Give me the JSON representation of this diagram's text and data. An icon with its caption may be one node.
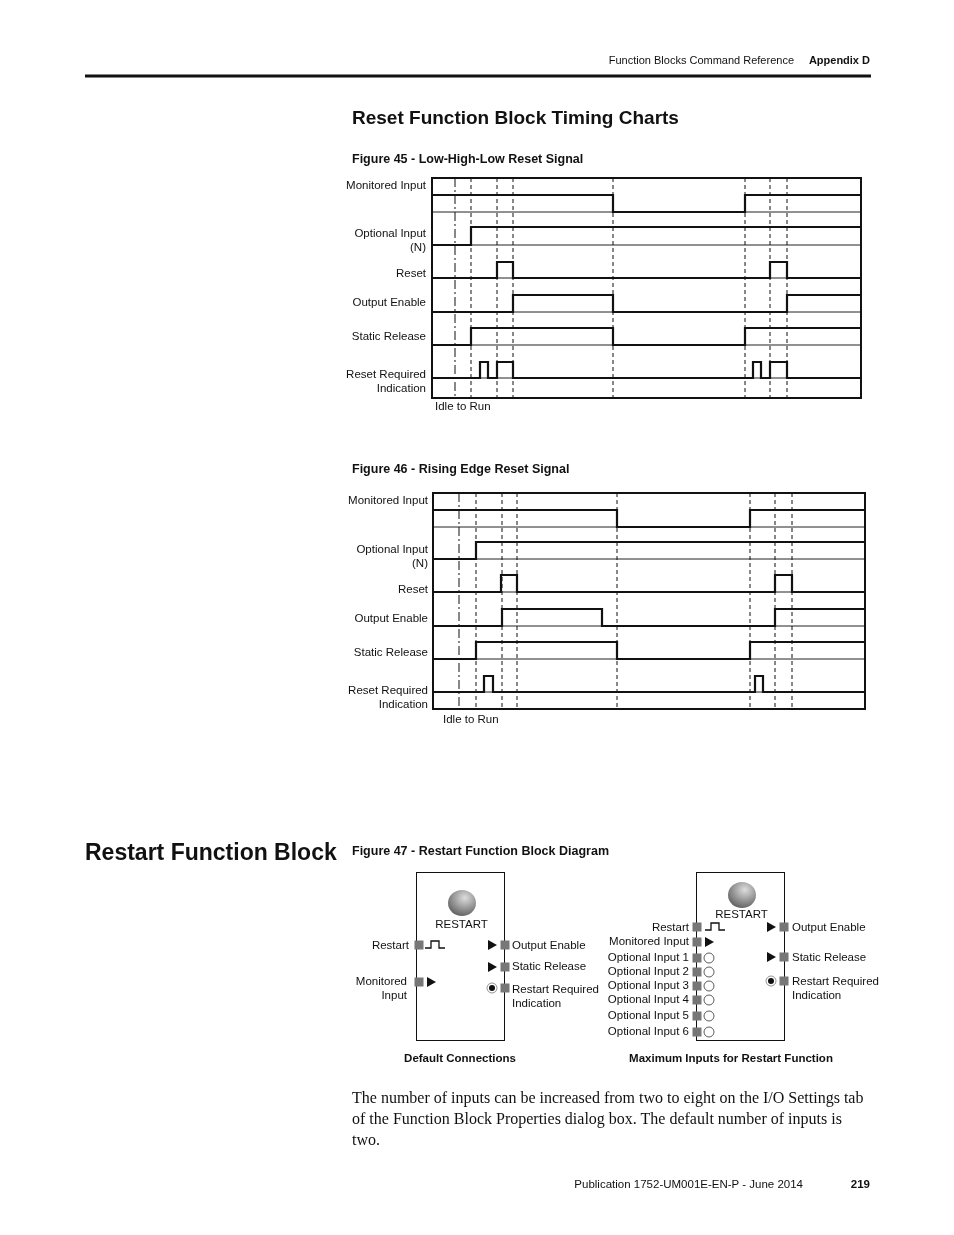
{
  "diagram": {
    "title": "Reset Function Block Timing Charts",
    "nodes": [
      {
        "text": [
          "RESTART"
        ],
        "beside": [
          "Restart",
          "Monitored Input",
          "Output Enable",
          "Static Release",
          "Restart Required Indication",
          "Default Connections"
        ]
      },
      {
        "text": [
          "RESTART"
        ],
        "beside": [
          "Restart",
          "Monitored Input",
          "Optional Input 1",
          "Optional Input 2",
          "Optional Input 3",
          "Optional Input 4",
          "Optional Input 5",
          "Optional Input 6",
          "Output Enable",
          "Static Release",
          "Restart Required Indication",
          "Maximum Inputs for Restart Function"
        ]
      }
    ],
    "edges": [],
    "labels": [
      "Function Blocks Command Reference",
      "Appendix D",
      "Figure 45 - Low-High-Low Reset Signal",
      "Monitored Input",
      "Optional Input (N)",
      "Reset",
      "Output Enable",
      "Static Release",
      "Reset Required Indication",
      "Idle to Run",
      "Figure 46 - Rising Edge Reset Signal",
      "Monitored Input",
      "Optional Input (N)",
      "Reset",
      "Output Enable",
      "Static Release",
      "Reset Required Indication",
      "Idle to Run",
      "Restart Function Block",
      "Figure 47 - Restart Function Block Diagram",
      "The number of inputs can be increased from two to eight on the I/O Settings tab of the Function Block Properties dialog box. The default number of inputs is two.",
      "Publication 1752-UM001E-EN-P - June 2014",
      "219"
    ]
  }
}
